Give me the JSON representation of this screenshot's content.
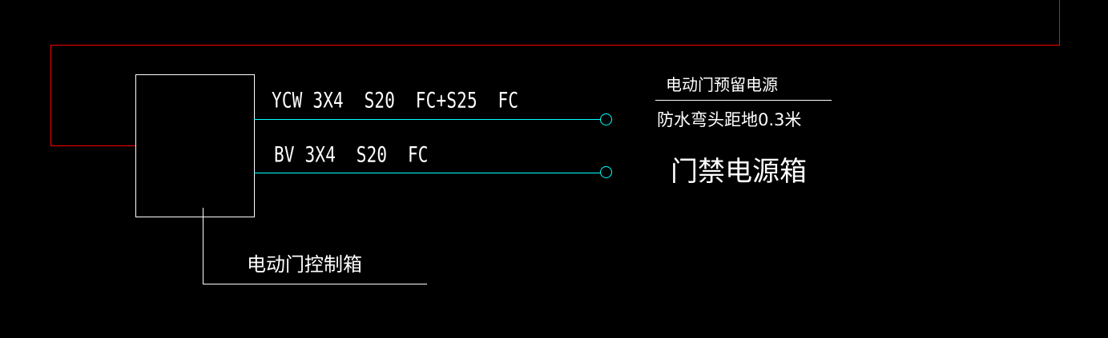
{
  "diagram": {
    "type": "electrical-schematic",
    "colors": {
      "background": "#000000",
      "feed_wire_red": "#ff0000",
      "circuit_wire_cyan": "#00ffff",
      "drawing_white": "#ffffff"
    },
    "wires": {
      "wire1_spec": "YCW 3X4  S20  FC+S25  FC",
      "wire2_spec": "BV 3X4  S20  FC"
    },
    "annotations": {
      "reserved_power_title": "电动门预留电源",
      "waterproof_note": "防水弯头距地0.3米",
      "access_power_box": "门禁电源箱",
      "door_control_box": "电动门控制箱"
    }
  }
}
